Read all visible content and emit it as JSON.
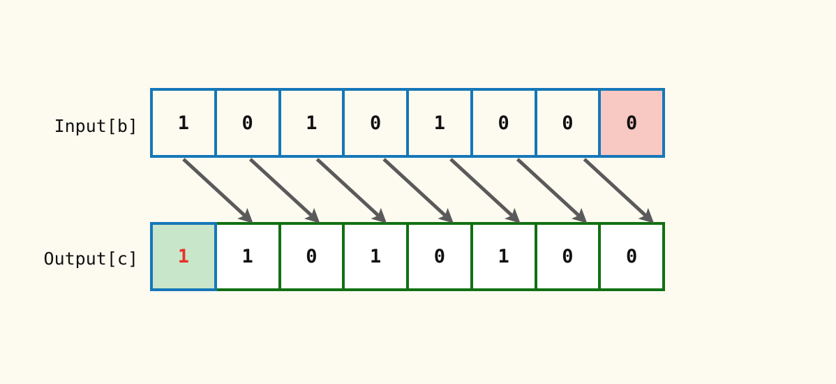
{
  "diagram": {
    "title_visible": false,
    "background_color": "#fdfaf0",
    "colors": {
      "input_border": "#1577b8",
      "output_border": "#127012",
      "input_highlight_fill": "#f8c8c2",
      "output_highlight_fill": "#c8e6c9",
      "accent_text": "#e8302a",
      "arrow": "#5a5a5a",
      "cell_text": "#111111"
    },
    "rows": [
      {
        "name": "input",
        "label": "Input[b]",
        "cells": [
          {
            "value": "1",
            "fill": "none",
            "text_color": "normal"
          },
          {
            "value": "0",
            "fill": "none",
            "text_color": "normal"
          },
          {
            "value": "1",
            "fill": "none",
            "text_color": "normal"
          },
          {
            "value": "0",
            "fill": "none",
            "text_color": "normal"
          },
          {
            "value": "1",
            "fill": "none",
            "text_color": "normal"
          },
          {
            "value": "0",
            "fill": "none",
            "text_color": "normal"
          },
          {
            "value": "0",
            "fill": "none",
            "text_color": "normal"
          },
          {
            "value": "0",
            "fill": "pink",
            "text_color": "normal"
          }
        ]
      },
      {
        "name": "output",
        "label": "Output[c]",
        "cells": [
          {
            "value": "1",
            "fill": "green",
            "text_color": "accent"
          },
          {
            "value": "1",
            "fill": "none",
            "text_color": "normal"
          },
          {
            "value": "0",
            "fill": "none",
            "text_color": "normal"
          },
          {
            "value": "1",
            "fill": "none",
            "text_color": "normal"
          },
          {
            "value": "0",
            "fill": "none",
            "text_color": "normal"
          },
          {
            "value": "1",
            "fill": "none",
            "text_color": "normal"
          },
          {
            "value": "0",
            "fill": "none",
            "text_color": "normal"
          },
          {
            "value": "0",
            "fill": "none",
            "text_color": "normal"
          }
        ]
      }
    ],
    "arrows": [
      {
        "from_cell": 0,
        "to_cell": 1
      },
      {
        "from_cell": 1,
        "to_cell": 2
      },
      {
        "from_cell": 2,
        "to_cell": 3
      },
      {
        "from_cell": 3,
        "to_cell": 4
      },
      {
        "from_cell": 4,
        "to_cell": 5
      },
      {
        "from_cell": 5,
        "to_cell": 6
      },
      {
        "from_cell": 6,
        "to_cell": 7
      }
    ]
  }
}
